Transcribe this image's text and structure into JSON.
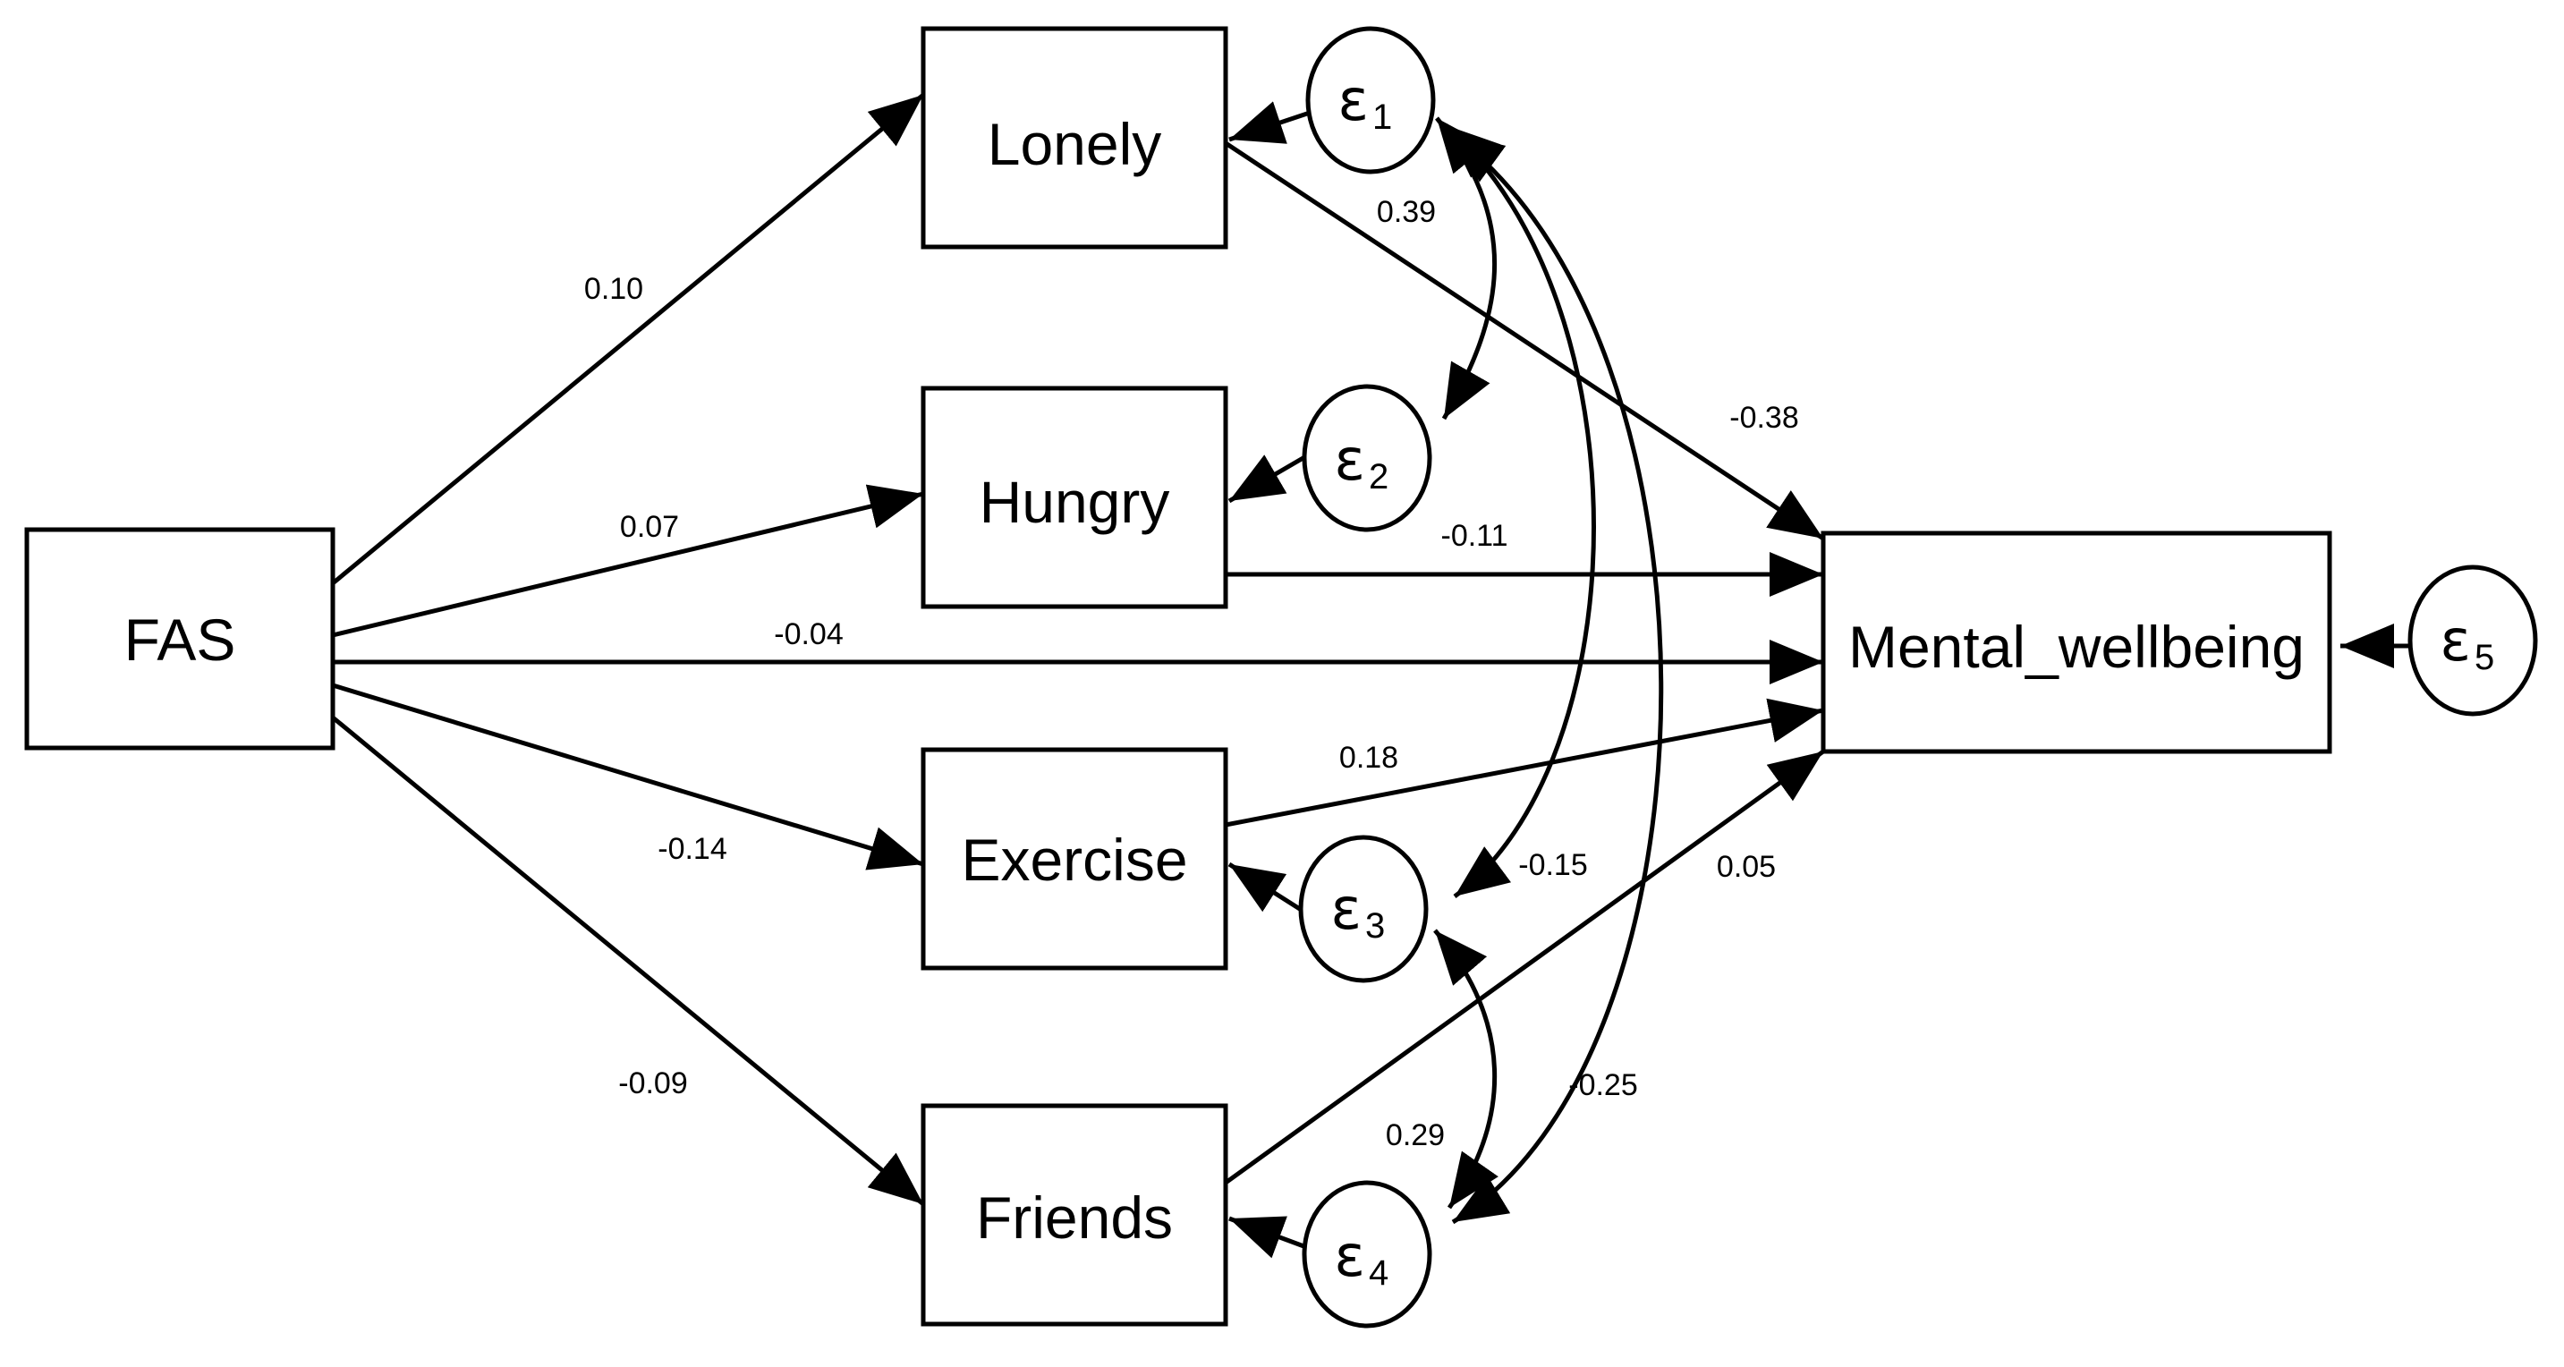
{
  "nodes": {
    "fas": "FAS",
    "lonely": "Lonely",
    "hungry": "Hungry",
    "exercise": "Exercise",
    "friends": "Friends",
    "mental_wellbeing": "Mental_wellbeing"
  },
  "errors": {
    "e1": {
      "symbol": "ε",
      "sub": "1"
    },
    "e2": {
      "symbol": "ε",
      "sub": "2"
    },
    "e3": {
      "symbol": "ε",
      "sub": "3"
    },
    "e4": {
      "symbol": "ε",
      "sub": "4"
    },
    "e5": {
      "symbol": "ε",
      "sub": "5"
    }
  },
  "paths": {
    "fas_lonely": "0.10",
    "fas_hungry": "0.07",
    "fas_mental": "-0.04",
    "fas_exercise": "-0.14",
    "fas_friends": "-0.09",
    "lonely_mental": "-0.38",
    "hungry_mental": "-0.11",
    "exercise_mental": "0.18",
    "friends_mental": "0.05"
  },
  "covariances": {
    "e1_e2": "0.39",
    "e1_e3": "-0.15",
    "e1_e4": "-0.25",
    "e3_e4": "0.29"
  }
}
